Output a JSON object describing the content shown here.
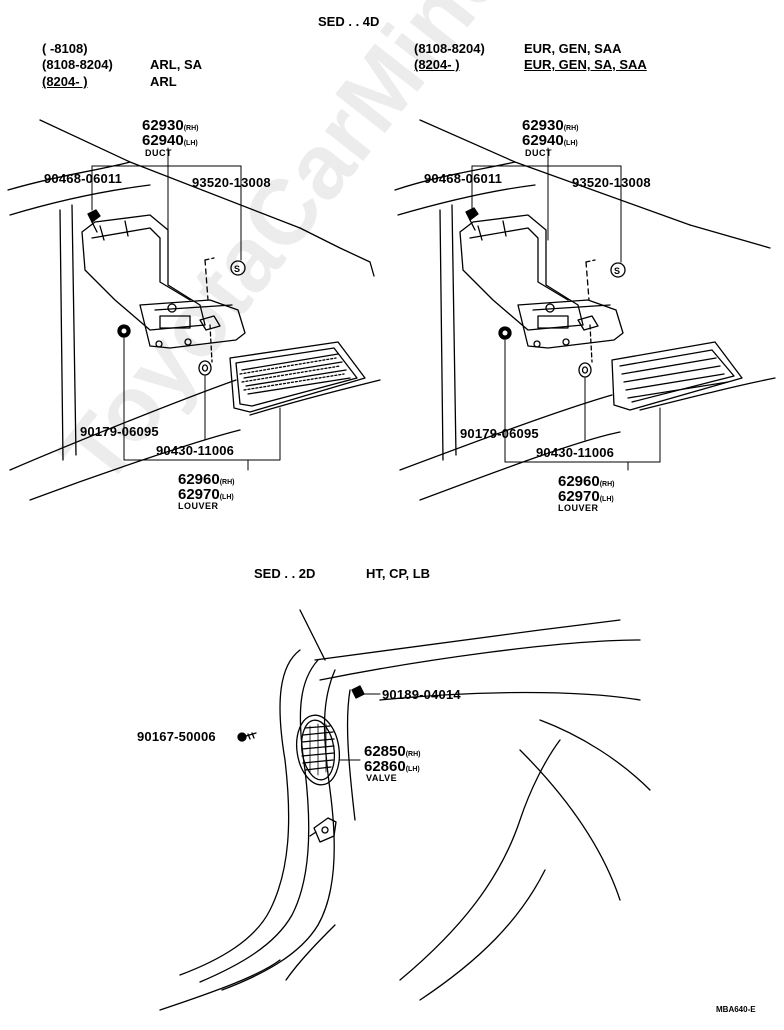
{
  "header_top": "SED . . 4D",
  "left_block": {
    "cond1_range": "(      -8108)",
    "cond2_range": "(8108-8204)",
    "cond2_codes": "ARL, SA",
    "cond3_range": "(8204-        )",
    "cond3_codes": "ARL",
    "duct_rh": "62930",
    "duct_lh": "62940",
    "duct_name": "DUCT",
    "screw": "90468-06011",
    "clip": "93520-13008",
    "nut": "90179-06095",
    "grommet": "90430-11006",
    "louver_rh": "62960",
    "louver_lh": "62970",
    "louver_name": "LOUVER"
  },
  "right_block": {
    "cond1_range": "(8108-8204)",
    "cond1_codes": "EUR, GEN, SAA",
    "cond2_range": "(8204-        )",
    "cond2_codes": "EUR, GEN, SA, SAA",
    "duct_rh": "62930",
    "duct_lh": "62940",
    "duct_name": "DUCT",
    "screw": "90468-06011",
    "clip": "93520-13008",
    "nut": "90179-06095",
    "grommet": "90430-11006",
    "louver_rh": "62960",
    "louver_lh": "62970",
    "louver_name": "LOUVER"
  },
  "bottom_block": {
    "header": "SED . . 2D",
    "header_codes": "HT, CP, LB",
    "bolt": "90189-04014",
    "screw": "90167-50006",
    "valve_rh": "62850",
    "valve_lh": "62860",
    "valve_name": "VALVE"
  },
  "suffix_rh": "(RH)",
  "suffix_lh": "(LH)",
  "footer_code": "MBA640-E",
  "watermark": "ToyotaCarMine.ru"
}
